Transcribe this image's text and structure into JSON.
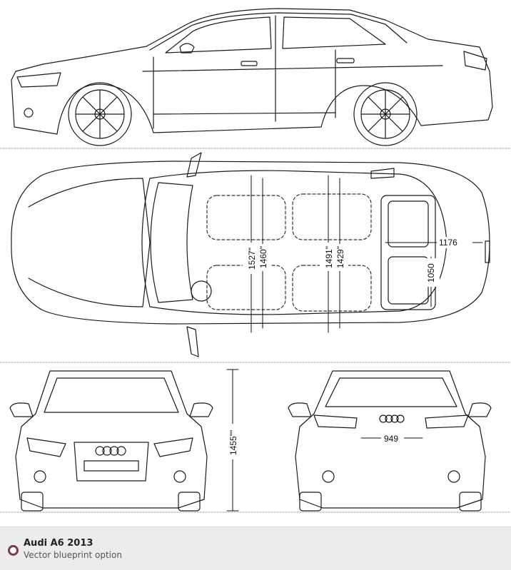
{
  "blueprint": {
    "dimensions": {
      "rear_width_top": "1176",
      "rear_width_bottom": "1050",
      "front_shoulder": "1527\"",
      "front_hip": "1460\"",
      "rear_shoulder": "1491\"",
      "rear_hip": "1429\"",
      "height": "1455\"\"",
      "rear_track": "949"
    },
    "colors": {
      "line": "#1a1a1a",
      "footer_bg": "#ececec",
      "bullet": "#7a3a5a"
    }
  },
  "footer": {
    "title": "Audi A6 2013",
    "subtitle": "Vector blueprint option",
    "bullet_icon": "radio-bullet-icon"
  }
}
